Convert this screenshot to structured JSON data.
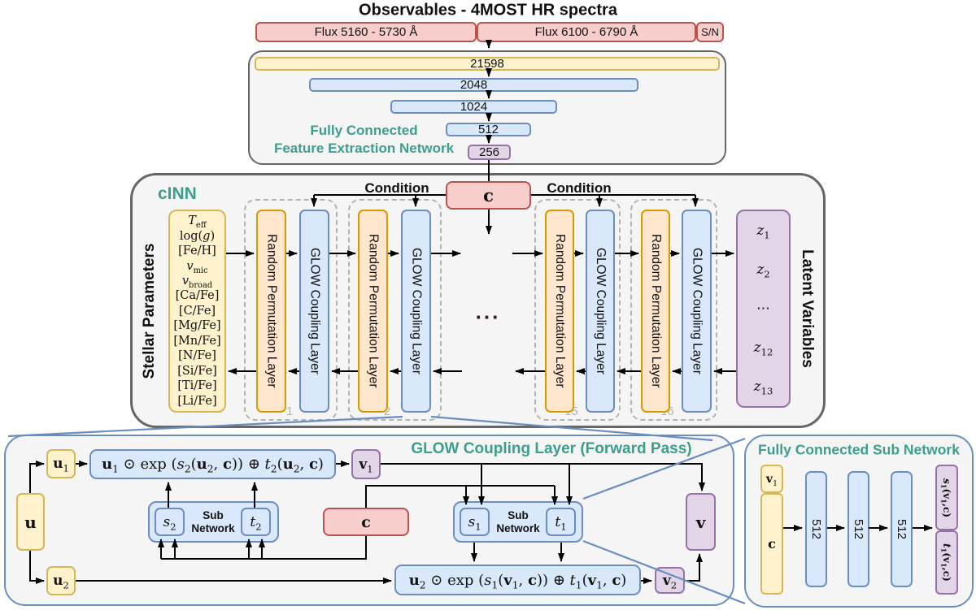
{
  "title": "Observables - 4MOST HR spectra",
  "observables": {
    "flux_left": "Flux 5160 - 5730 Å",
    "flux_right": "Flux 6100 - 6790 Å",
    "sn": "S/N"
  },
  "feature_network": {
    "label_line1": "Fully Connected",
    "label_line2": "Feature Extraction Network",
    "layers": [
      "21598",
      "2048",
      "1024",
      "512",
      "256"
    ]
  },
  "cinn": {
    "label": "cINN",
    "condition_labels": [
      "Condition",
      "Condition"
    ],
    "c": "*c*",
    "stellar_axis": "Stellar Parameters",
    "stellar_params": [
      "$T$_{eff}",
      "log($g$)",
      "[Fe/H]",
      "$v$_{mic}",
      "$v$_{broad}",
      "[Ca/Fe]",
      "[C/Fe]",
      "[Mg/Fe]",
      "[Mn/Fe]",
      "[N/Fe]",
      "[Si/Fe]",
      "[Ti/Fe]",
      "[Li/Fe]"
    ],
    "random_permutation": "Random Permutation Layer",
    "glow_coupling": "GLOW Coupling Layer",
    "block_numbers": [
      "1",
      "2",
      "15",
      "16"
    ],
    "ellipsis": "...",
    "latent_axis": "Latent Variables",
    "latent_vars": [
      "$z$_{1}",
      "$z$_{2}",
      "⋯",
      "$z$_{12}",
      "$z$_{13}"
    ]
  },
  "glow_detail": {
    "title": "GLOW Coupling Layer (Forward Pass)",
    "u": "*u*",
    "u1": "*u*_{1}",
    "u2": "*u*_{2}",
    "v": "*v*",
    "v1": "*v*_{1}",
    "v2": "*v*_{2}",
    "c": "*c*",
    "s1": "$s$_{1}",
    "s2": "$s$_{2}",
    "t1": "$t$_{1}",
    "t2": "$t$_{2}",
    "sub_network": "Sub Network",
    "formula_top": "*u*_{1} ⊙ exp ($s$_{2}(*u*_{2}, *c*)) ⊕ $t$_{2}(*u*_{2}, *c*)",
    "formula_bottom": "*u*_{2} ⊙ exp ($s$_{1}(*v*_{1}, *c*)) ⊕ $t$_{1}(*v*_{1}, *c*)"
  },
  "sub_network_detail": {
    "title": "Fully Connected Sub Network",
    "v1": "*v*_{1}",
    "c": "*c*",
    "hidden_layers": [
      "512",
      "512",
      "512"
    ],
    "s_output": "$s$_{1}(*v*_{1},*c*)",
    "t_output": "$t$_{1}(*v*_{1},*c*)"
  },
  "colors": {
    "teal_text": "#3d9e8c",
    "red_fill": "#f8cecc",
    "red_stroke": "#b85450",
    "yellow_fill": "#fff2cc",
    "yellow_stroke": "#d6b656",
    "orange_fill": "#ffe6cc",
    "orange_stroke": "#d79b00",
    "blue_fill": "#dae8fc",
    "blue_stroke": "#6c8ebf",
    "purple_fill": "#e1d5e7",
    "purple_stroke": "#9673a6",
    "panel_fill": "#f5f5f5",
    "panel_stroke": "#666666",
    "ellipsis_color": "#3a1425"
  }
}
